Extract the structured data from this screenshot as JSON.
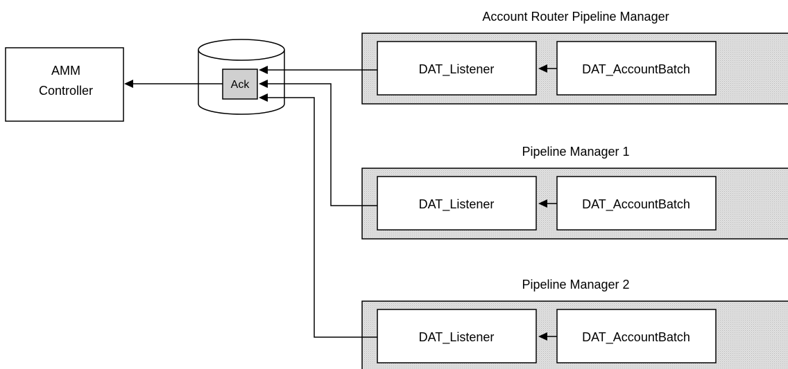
{
  "colors": {
    "panel_fill": "#dcdcdc",
    "ack_fill": "#d0d0d0",
    "line": "#000000",
    "box_fill": "#ffffff"
  },
  "controller": {
    "line1": "AMM",
    "line2": "Controller"
  },
  "database": {
    "ack_label": "Ack"
  },
  "pipelines": [
    {
      "title": "Account Router Pipeline Manager",
      "listener": "DAT_Listener",
      "batch": "DAT_AccountBatch"
    },
    {
      "title": "Pipeline Manager 1",
      "listener": "DAT_Listener",
      "batch": "DAT_AccountBatch"
    },
    {
      "title": "Pipeline Manager 2",
      "listener": "DAT_Listener",
      "batch": "DAT_AccountBatch"
    }
  ]
}
